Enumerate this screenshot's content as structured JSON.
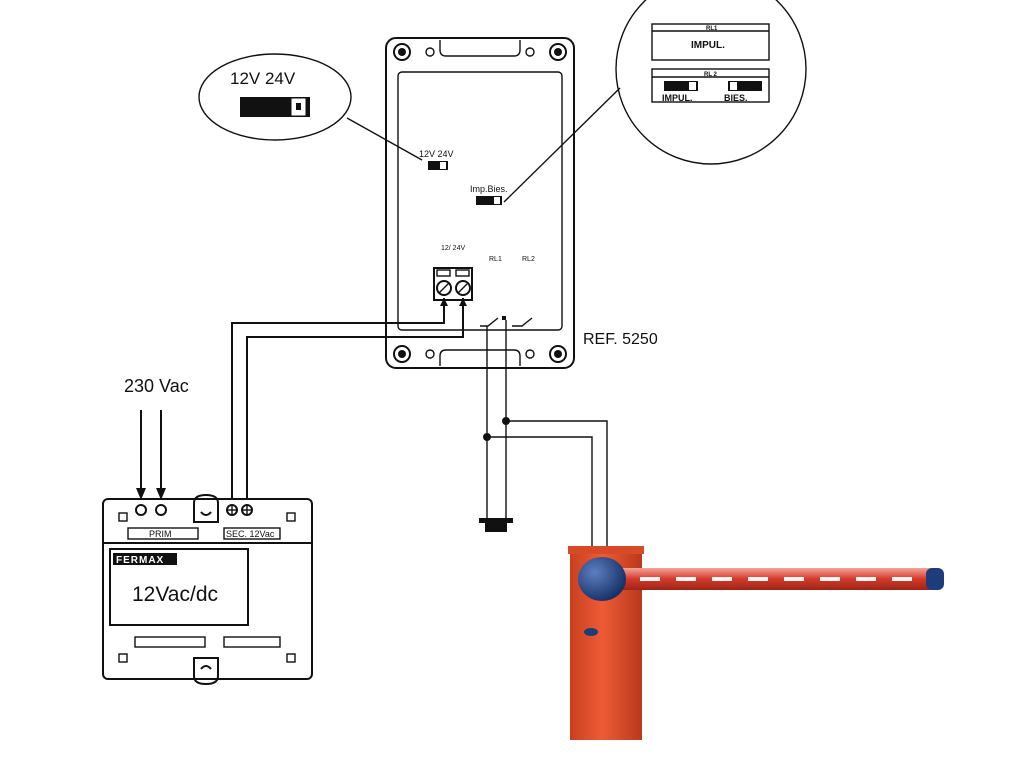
{
  "colors": {
    "line": "#111111",
    "barrier_body": "#e2522c",
    "barrier_body_dark": "#b8391c",
    "boom_cap": "#1d3d7a",
    "boom_stripe_red": "#d33a2a",
    "boom_stripe_white": "#f4f4f4"
  },
  "relay_module": {
    "jumper_label": "12V 24V",
    "mode_label": "Imp.Bies.",
    "terminal_label": "12/ 24V",
    "rl1_label": "RL1",
    "rl2_label": "RL2",
    "reference": "REF. 5250"
  },
  "callout_voltage": {
    "label": "12V 24V"
  },
  "callout_relays": {
    "rl1_header": "RL1",
    "rl1_mode": "IMPUL.",
    "rl2_header": "RL 2",
    "rl2_mode_left": "IMPUL.",
    "rl2_mode_right": "BIES."
  },
  "power_supply": {
    "input_voltage": "230 Vac",
    "prim_label": "PRIM",
    "sec_label": "SEC. 12Vac",
    "brand": "FERMAX",
    "output_label": "12Vac/dc"
  },
  "barrier": {
    "icon": "barrier-gate-icon"
  },
  "pushbutton": {
    "icon": "pushbutton-icon"
  }
}
